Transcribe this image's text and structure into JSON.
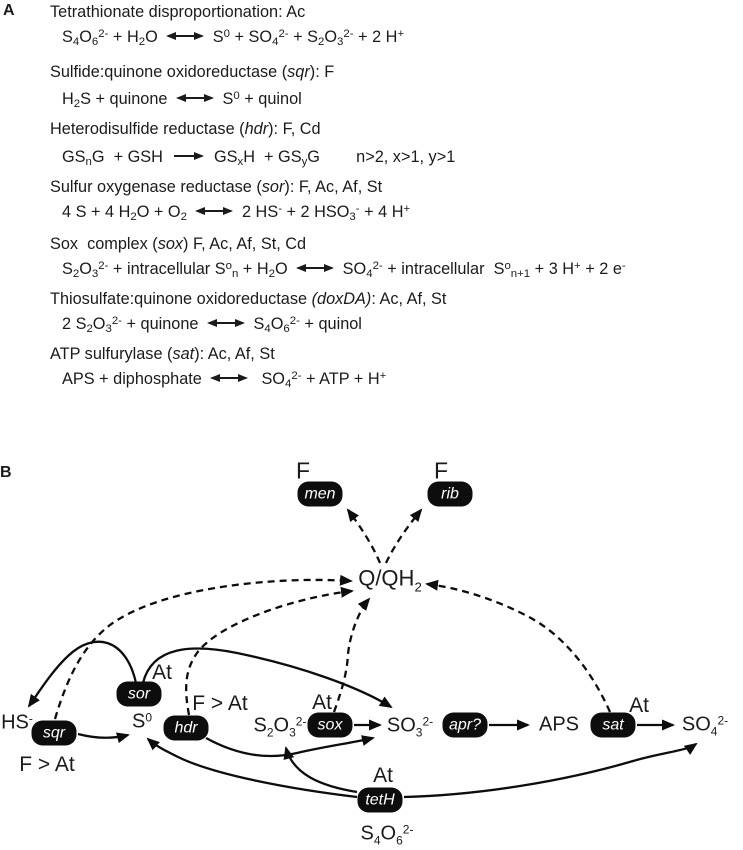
{
  "panel_a": {
    "label": "A",
    "reactions": [
      {
        "title": "Tetrathionate disproportionation: Ac",
        "equation": "S_{4}O_{6}^{2-} + H_{2}O <-> S^{0} + SO_{4}^{2-} + S_{2}O_{3}^{2-} + 2 H^{+}"
      },
      {
        "title": "Sulfide:quinone oxidoreductase (*sqr*): F",
        "equation": "H_{2}S + quinone <-> S^{0} + quinol"
      },
      {
        "title": "Heterodisulfide reductase (*hdr*): F, Cd",
        "equation": "GS_{n}G  + GSH -> GS_{x}H  + GS_{y}G        n>2, x>1, y>1"
      },
      {
        "title": "Sulfur oxygenase reductase (*sor*): F, Ac, Af, St",
        "equation": "4 S + 4 H_{2}O + O_{2} <-> 2 HS^{-} + 2 HSO_{3}^{-} + 4 H^{+}"
      },
      {
        "title": "Sox  complex (*sox*) F, Ac, Af, St, Cd",
        "equation": "S_{2}O_{3}^{2-} + intracellular S^{o}_{n} + H_{2}O <-> SO_{4}^{2-} + intracellular  S^{o}_{n+1} + 3 H^{+} + 2 e^{-}"
      },
      {
        "title": "Thiosulfate:quinone oxidoreductase *(doxDA)*: Ac, Af, St",
        "equation": "2 S_{2}O_{3}^{2-} + quinone <-> S_{4}O_{6}^{2-} + quinol"
      },
      {
        "title": "ATP sulfurylase (*sat*): Ac, Af, St",
        "equation": "APS + diphosphate <->  SO_{4}^{2-} + ATP + H^{+}"
      }
    ]
  },
  "panel_b": {
    "label": "B",
    "nodes": {
      "men": "men",
      "rib": "rib",
      "sqr": "sqr",
      "sor": "sor",
      "hdr": "hdr",
      "sox": "sox",
      "apr": "apr?",
      "sat": "sat",
      "teth": "tetH"
    },
    "species": {
      "qqh2": "Q/QH_{2}",
      "hs": "HS^{-}",
      "s0": "S^{0}",
      "s2o3": "S_{2}O_{3}^{2-}",
      "so3": "SO_{3}^{2-}",
      "aps": "APS",
      "so4": "SO_{4}^{2-}",
      "s4o6": "S_{4}O_{6}^{2-}"
    },
    "annotations": {
      "f_men": "F",
      "f_rib": "F",
      "at_sor": "At",
      "at_sox": "At",
      "at_sat": "At",
      "at_teth": "At",
      "fat_sqr": "F > At",
      "fat_hdr": "F > At"
    },
    "colors": {
      "node_bg": "#0d0d0d",
      "line": "#0d0d0d",
      "text": "#1b1b1b"
    }
  }
}
